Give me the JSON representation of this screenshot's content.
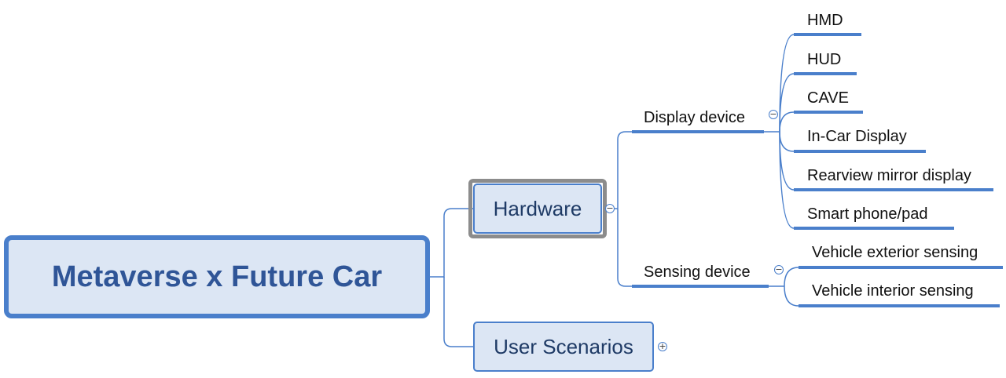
{
  "root": {
    "label": "Metaverse x Future Car"
  },
  "branches": {
    "hardware": {
      "label": "Hardware",
      "toggle": "−"
    },
    "user_scenarios": {
      "label": "User Scenarios",
      "toggle": "+"
    }
  },
  "hardware_children": {
    "display_device": {
      "label": "Display device",
      "toggle": "−",
      "items": [
        "HMD",
        "HUD",
        "CAVE",
        "In-Car Display",
        "Rearview mirror display",
        "Smart phone/pad"
      ]
    },
    "sensing_device": {
      "label": "Sensing device",
      "toggle": "−",
      "items": [
        "Vehicle exterior sensing",
        "Vehicle interior sensing"
      ]
    }
  },
  "colors": {
    "line": "#4a7fcb",
    "node_fill": "#dce6f4",
    "selection": "#8c8c8c"
  }
}
